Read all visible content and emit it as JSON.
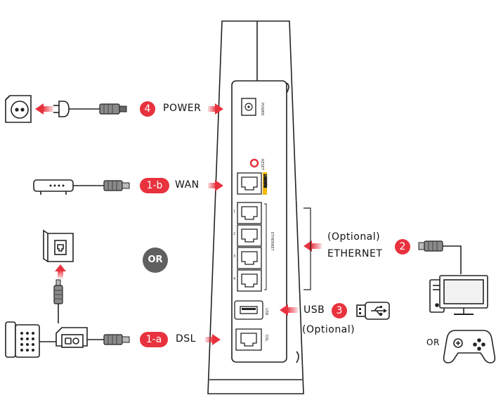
{
  "steps": {
    "power": {
      "number": "4",
      "label": "POWER"
    },
    "wan": {
      "number": "1-b",
      "label": "WAN"
    },
    "ethernet": {
      "number": "2",
      "label_line1": "(Optional)",
      "label_line2": "ETHERNET"
    },
    "usb": {
      "number": "3",
      "label": "USB",
      "label_optional": "(Optional)"
    },
    "dsl": {
      "number": "1-a",
      "label": "DSL"
    }
  },
  "or_badge": "OR",
  "or_small": "OR",
  "router_panel": {
    "power": "POWER",
    "reset": "RESET",
    "wan": "LAN/WAN",
    "ethernet": "ETHERNET",
    "usb": "USB",
    "dsl": "DSL",
    "ports": [
      "1",
      "2",
      "3",
      "4"
    ]
  },
  "colors": {
    "accent": "#e8323e",
    "line": "#222222",
    "badge": "#606060",
    "wan_tag": "#f5b800"
  },
  "icons": [
    "wall-socket-icon",
    "power-plug-icon",
    "modem-icon",
    "phone-jack-icon",
    "telephone-icon",
    "splitter-icon",
    "computer-icon",
    "gamepad-icon",
    "usb-drive-icon"
  ]
}
